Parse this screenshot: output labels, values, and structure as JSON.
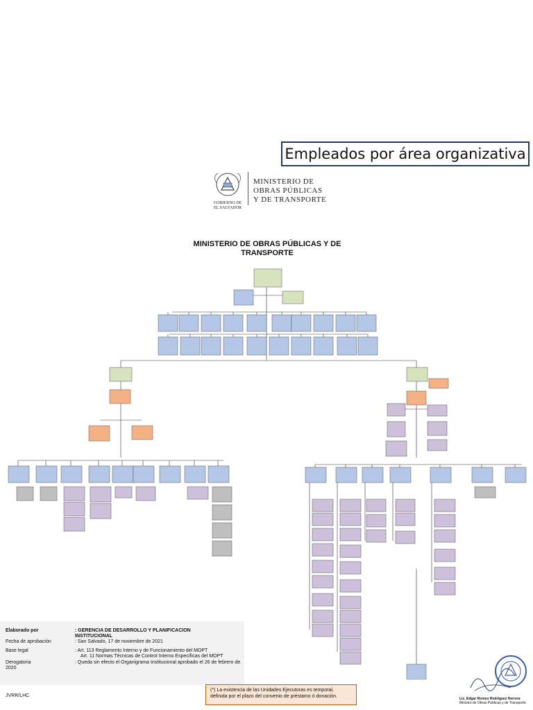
{
  "header": {
    "title": "Empleados por área organizativa"
  },
  "logo": {
    "ministry_line1": "MINISTERIO DE",
    "ministry_line2": "OBRAS PÚBLICAS",
    "ministry_line3": "Y DE TRANSPORTE",
    "gov_line1": "GOBIERNO DE",
    "gov_line2": "EL SALVADOR"
  },
  "chart": {
    "title": "MINISTERIO DE OBRAS PÚBLICAS Y DE TRANSPORTE"
  },
  "footer": {
    "elaborado_label": "Elaborado por",
    "elaborado_value": ": GERENCIA DE DESARROLLO Y  PLANIFICACION INSTITUCIONAL",
    "fecha_label": "Fecha de aprobación",
    "fecha_value": ": San Salvado, 17 de noviembre de 2021",
    "base_label": "Base legal",
    "base_value1": ":  Art. 113 Reglamento Interno y de Funcionamiento del MOPT",
    "base_value2": "Art. 11  Normas Técnicas de Control Interno  Específicas del MOPT",
    "deroga_label": "Derogatoria",
    "deroga_year": "2020",
    "deroga_value": ": Queda sin efecto el Organigrama  Institucional aprobado el 26 de febrero de",
    "initials": "JVRR/LHC"
  },
  "note": {
    "text": "(*) La existencia de las Unidades Ejecutoras es temporal, definida por el plazo del convenio de préstamo ó donación."
  },
  "signature": {
    "name": "Lic. Edgar Romeo Rodríguez Herrera",
    "role": "Ministro de Obras Públicas y de Transporte"
  },
  "colors": {
    "green": "#d6e3bc",
    "blue": "#b4c7e7",
    "orange": "#f4b183",
    "purple": "#ccc0da",
    "grey": "#bfbfbf",
    "frame": "#1f3864",
    "line": "#333333"
  }
}
